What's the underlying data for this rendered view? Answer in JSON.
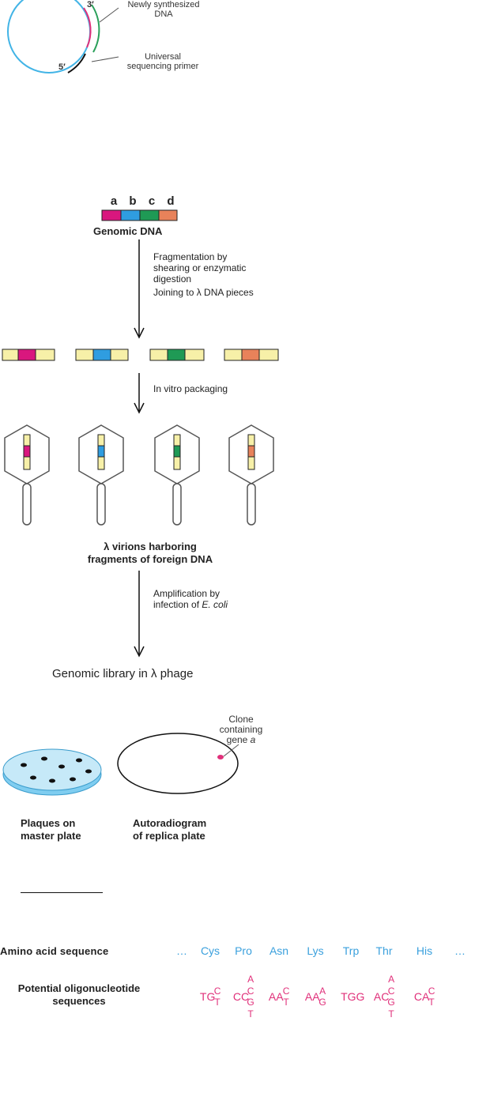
{
  "panel_sequencing": {
    "prime3": "3′",
    "prime5": "5′",
    "new_dna": "Newly synthesized\nDNA",
    "primer": "Universal\nsequencing primer"
  },
  "panel_library": {
    "segment_letters": [
      "a",
      "b",
      "c",
      "d"
    ],
    "genomic_dna": "Genomic DNA",
    "step1": "Fragmentation by\nshearing or enzymatic\ndigestion",
    "step1b": "Joining to λ DNA pieces",
    "step2": "In vitro packaging",
    "virions": "λ virions harboring\nfragments of foreign DNA",
    "step3_line1": "Amplification by",
    "step3_line2_prefix": "infection of ",
    "step3_line2_italic": "E. coli",
    "result": "Genomic library in λ phage",
    "colors": {
      "a": "#d9177e",
      "b": "#2f9de0",
      "c": "#1f9a55",
      "d": "#e8825a",
      "vector": "#f7f0a8"
    }
  },
  "panel_plaques": {
    "clone_label_line1": "Clone",
    "clone_label_line2": "containing",
    "clone_label_line3_prefix": "gene ",
    "clone_label_line3_italic": "a",
    "plaques": "Plaques on\nmaster plate",
    "autoradiogram": "Autoradiogram\nof replica plate"
  },
  "panel_oligo": {
    "row1_label": "Amino  acid  sequence",
    "row2_label_line1": "Potential  oligonucleotide",
    "row2_label_line2": "sequences",
    "amino_acids": [
      "…",
      "Cys",
      "Pro",
      "Asn",
      "Lys",
      "Trp",
      "Thr",
      "His",
      "…"
    ],
    "codons": [
      {
        "base": "TG",
        "top": "",
        "wobble": [
          "C",
          "T"
        ],
        "bottom": ""
      },
      {
        "base": "CC",
        "top": "A",
        "wobble": [
          "C",
          "G"
        ],
        "bottom": "T"
      },
      {
        "base": "AA",
        "top": "",
        "wobble": [
          "C",
          "T"
        ],
        "bottom": ""
      },
      {
        "base": "AA",
        "top": "",
        "wobble": [
          "A",
          "G"
        ],
        "bottom": ""
      },
      {
        "base": "TGG",
        "top": "",
        "wobble": [],
        "bottom": ""
      },
      {
        "base": "AC",
        "top": "A",
        "wobble": [
          "C",
          "G"
        ],
        "bottom": "T"
      },
      {
        "base": "CA",
        "top": "",
        "wobble": [
          "C",
          "T"
        ],
        "bottom": ""
      }
    ]
  }
}
